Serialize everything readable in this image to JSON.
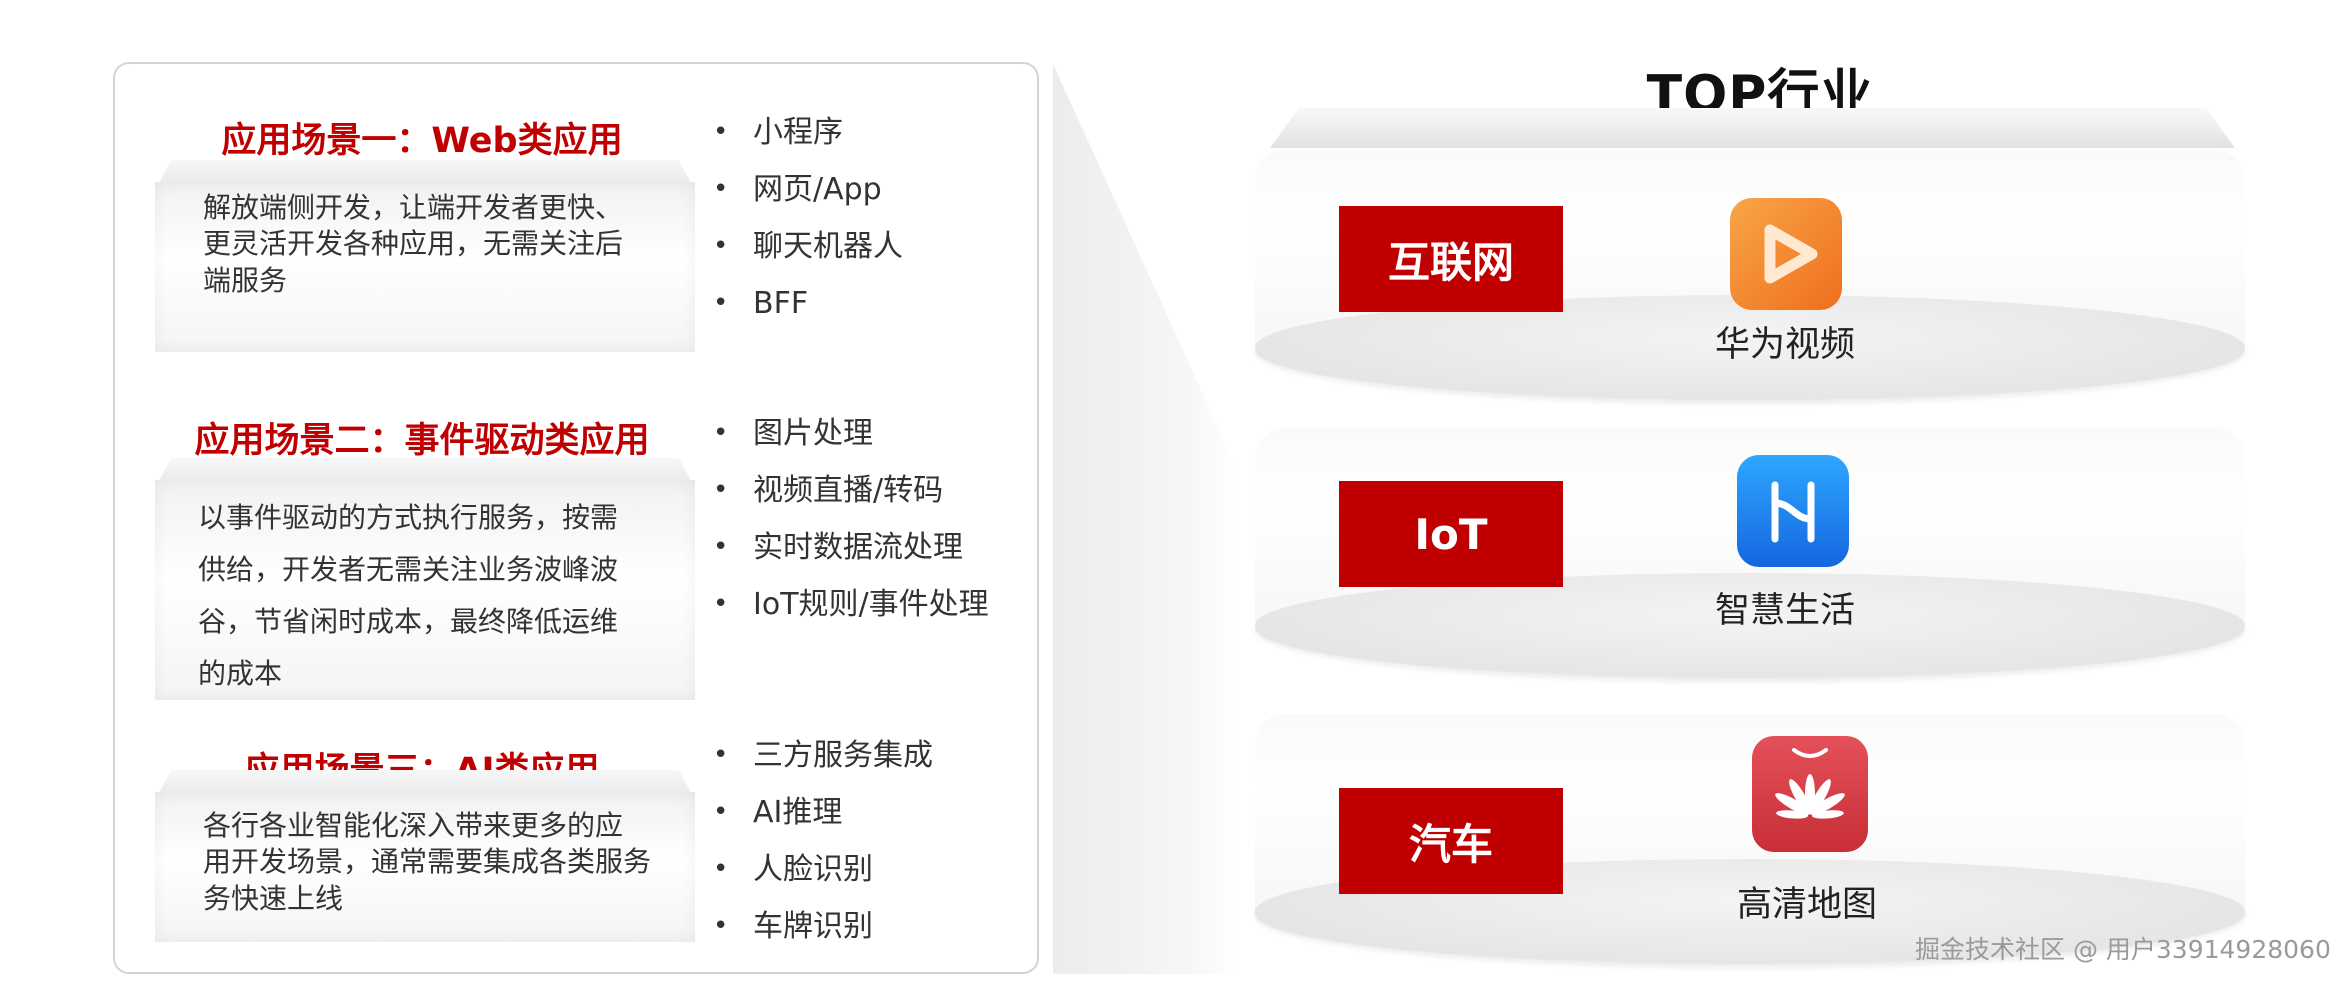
{
  "scenarios": [
    {
      "title": "应用场景一：Web类应用",
      "description": [
        "解放端侧开发，让端开发者更快、",
        "更灵活开发各种应用，无需关注后",
        "端服务"
      ],
      "bullets": [
        "小程序",
        "网页/App",
        "聊天机器人",
        "BFF"
      ]
    },
    {
      "title": "应用场景二：事件驱动类应用",
      "description": [
        "以事件驱动的方式执行服务，按需",
        "供给，开发者无需关注业务波峰波",
        "谷，节省闲时成本，最终降低运维",
        "的成本"
      ],
      "bullets": [
        "图片处理",
        "视频直播/转码",
        "实时数据流处理",
        "IoT规则/事件处理"
      ]
    },
    {
      "title": "应用场景三：AI类应用",
      "description": [
        "各行各业智能化深入带来更多的应",
        "用开发场景，通常需要集成各类服务",
        "务快速上线"
      ],
      "bullets": [
        "三方服务集成",
        "AI推理",
        "人脸识别",
        "车牌识别"
      ]
    }
  ],
  "industry": {
    "title": "TOP行业",
    "tiers": [
      {
        "label": "互联网",
        "app_name": "华为视频",
        "icon": "video-play-icon",
        "icon_color": "#f28a2c"
      },
      {
        "label": "IoT",
        "app_name": "智慧生活",
        "icon": "smart-life-icon",
        "icon_color": "#1e7ef0"
      },
      {
        "label": "汽车",
        "app_name": "高清地图",
        "icon": "huawei-map-icon",
        "icon_color": "#d9383f"
      }
    ]
  },
  "colors": {
    "accent": "#c00000"
  },
  "watermark": "掘金技术社区 @ 用户3391492806​0"
}
